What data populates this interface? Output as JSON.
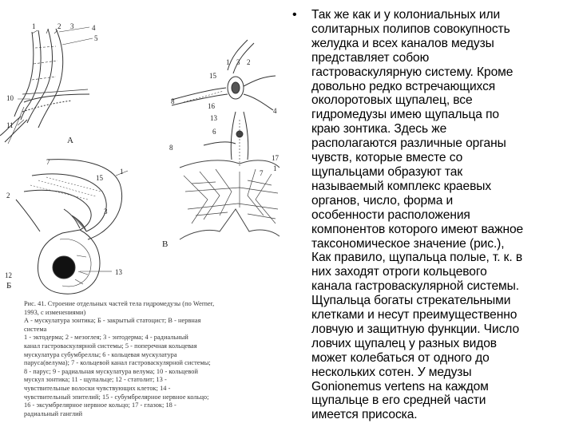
{
  "figure": {
    "panel_letters": {
      "a": "А",
      "b": "Б",
      "v": "В"
    },
    "labels_a": [
      "1",
      "2",
      "3",
      "4",
      "5",
      "10",
      "11"
    ],
    "labels_v_top": [
      "1",
      "3",
      "2",
      "15",
      "16",
      "8",
      "4"
    ],
    "labels_v_bottom": [
      "13",
      "6",
      "8",
      "17",
      "1",
      "7"
    ],
    "labels_b": [
      "7",
      "1",
      "2",
      "12",
      "13"
    ],
    "labels_b_extra": [
      "15",
      "3"
    ],
    "caption_lines": [
      "Рис. 41. Строение отдельных частей тела гидромедузы (по Werner,",
      "1993, с изменениями)",
      "А - мускулатура зонтика; Б - закрытый статоцист; В - нервная",
      "система",
      "1 - эктодерма; 2 - мезоглея; 3 - энтодерма; 4 - радиальный",
      "канал гастроваскулярной системы; 5 - поперечная кольцевая",
      "мускулатура субумбреллы; 6 - кольцевая мускулатура",
      "паруса(велума); 7 - кольцевой канал гастроваскулярной системы;",
      "8 - парус; 9 - радиальная мускулатура велума; 10 - кольцевой",
      "мускул зонтика; 11 - щупальце; 12 - статолит; 13 -",
      "чувствительные волоски чувствующих клеток; 14 -",
      "чувствительный эпителий; 15 - субумбрелярное нервное кольцо;",
      "16 - эксумбрелярное нервное кольцо; 17 - глазок; 18 -",
      "радиальный ганглий"
    ]
  },
  "text": {
    "bullet": "•",
    "paragraph": "Так же как и у колониальных или\nсолитарных полипов совокупность\nжелудка и всех каналов медузы\nпредставляет собою\nгастроваскулярную систему. Кроме\nдовольно редко встречающихся\nоколоротовых щупалец, все\nгидромедузы имею щупальца по\nкраю зонтика. Здесь же\nрасполагаются различные органы\nчувств, которые вместе со\nщупальцами образуют так\nназываемый комплекс краевых\nорганов, число, форма и\nособенности расположения\nкомпонентов которого имеют важное\nтаксономическое значение (рис.),\nКак правило, щупальца полые, т. к. в\nних заходят отроги кольцевого\nканала гастроваскулярной системы.\nЩупальца богаты стрекательными\nклетками и несут преимущественно\nловчую и защитную функции. Число\nловчих щупалец у разных видов\nможет колебаться от одного до\nнескольких сотен. У медузы\nGonionemus vertens на каждом\nщупальце в его средней части\nимеется присоска."
  }
}
